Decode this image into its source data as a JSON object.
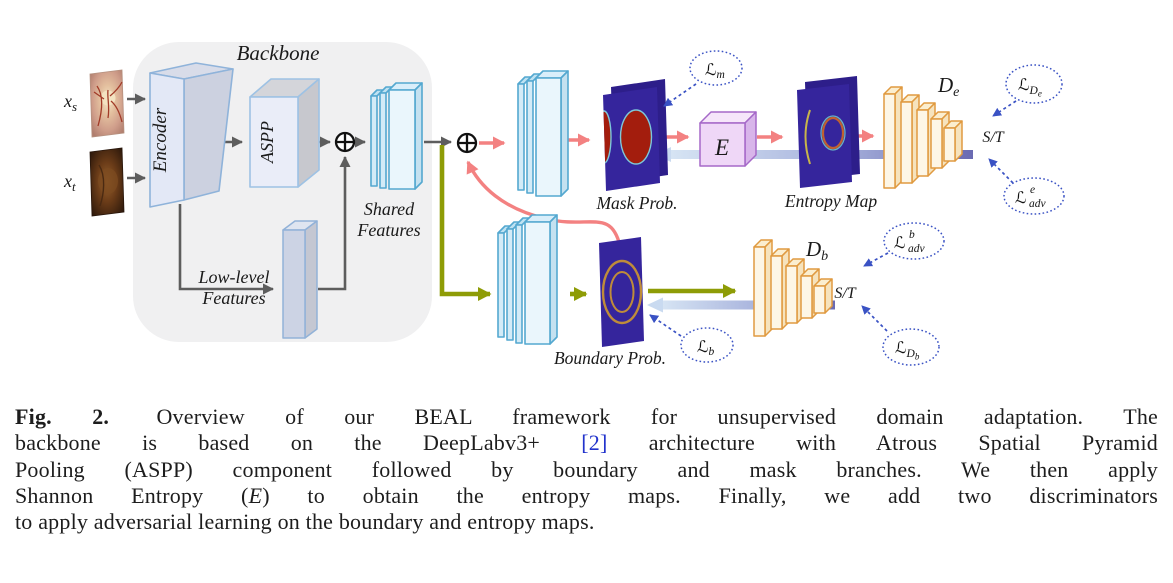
{
  "figure": {
    "backbone_title": "Backbone",
    "encoder_label": "Encoder",
    "aspp_label": "ASPP",
    "shared_features_line1": "Shared",
    "shared_features_line2": "Features",
    "low_level_line1": "Low-level",
    "low_level_line2": "Features",
    "input_source": {
      "base": "x",
      "sub": "s"
    },
    "input_target": {
      "base": "x",
      "sub": "t"
    },
    "mask_prob_label": "Mask Prob.",
    "entropy_map_label": "Entropy Map",
    "boundary_prob_label": "Boundary Prob.",
    "entropy_op_label": "E",
    "disc_entropy": {
      "base": "D",
      "sub": "e"
    },
    "disc_boundary": {
      "base": "D",
      "sub": "b"
    },
    "st_top": "S/T",
    "st_bottom": "S/T",
    "loss_mask": {
      "base": "ℒ",
      "sub": "m"
    },
    "loss_boundary": {
      "base": "ℒ",
      "sub": "b"
    },
    "loss_disc_entropy": {
      "base": "ℒ",
      "sub": "D",
      "subsub": "e"
    },
    "loss_disc_boundary": {
      "base": "ℒ",
      "sub": "D",
      "subsub": "b"
    },
    "loss_adv_entropy": {
      "base": "ℒ",
      "sup": "e",
      "sub": "adv"
    },
    "loss_adv_boundary": {
      "base": "ℒ",
      "sup": "b",
      "sub": "adv"
    }
  },
  "colors": {
    "mask_branch_arrow": "#f38181",
    "boundary_branch_arrow": "#8e9c06",
    "adversarial_flow_dark": "#6a6ab2",
    "adversarial_flow_light": "#d7e5f4",
    "loss_annotation": "#3a52c4",
    "probability_map_bg": "#35259c",
    "mask_region_fill": "#a31d0d",
    "discriminator_border": "#e09a40",
    "conv_block_border": "#54a8d0",
    "citation_link": "#2233cc"
  },
  "caption": {
    "fig_label": "Fig. 2.",
    "line1": " Overview of our BEAL framework for unsupervised domain adaptation. The",
    "line2_a": "backbone is based on the DeepLabv3+ ",
    "citation": "[2]",
    "line2_b": " architecture with Atrous Spatial Pyramid",
    "line3": "Pooling (ASPP) component followed by boundary and mask branches. We then apply",
    "line4_a": "Shannon Entropy (",
    "line4_math": "E",
    "line4_b": ") to obtain the entropy maps. Finally, we add two discriminators",
    "line5": "to apply adversarial learning on the boundary and entropy maps."
  }
}
